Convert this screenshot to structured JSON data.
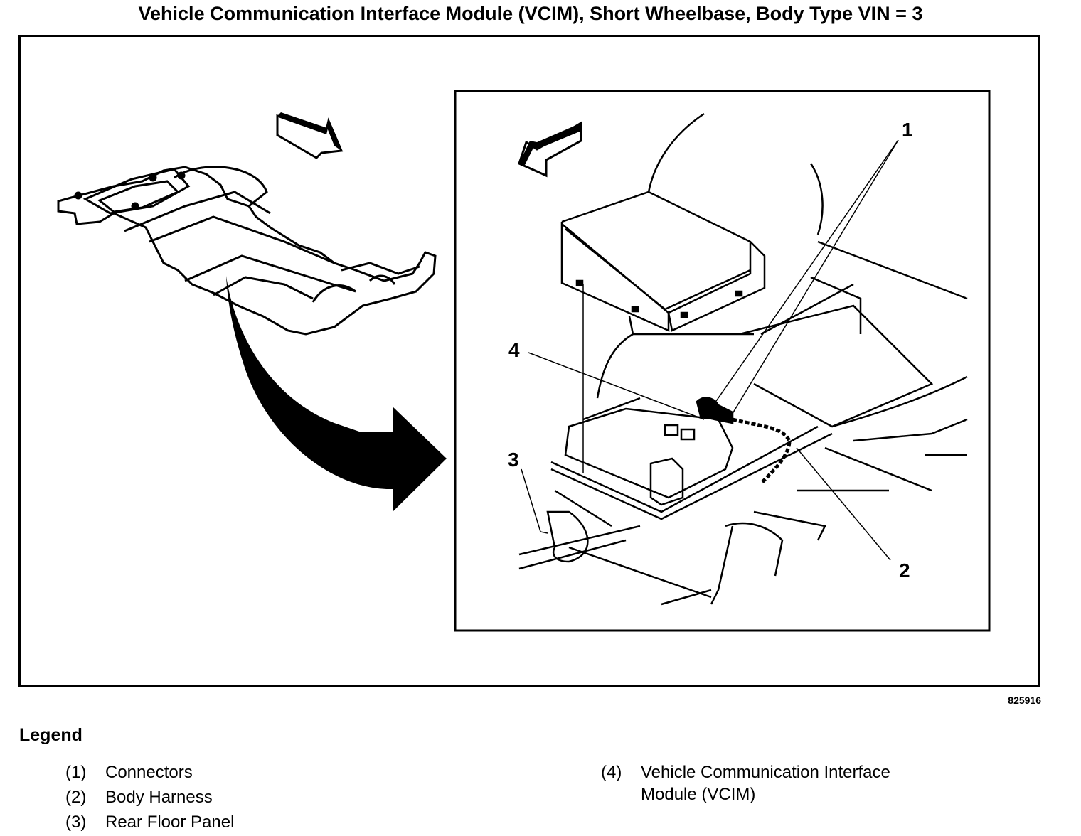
{
  "title": "Vehicle Communication Interface Module (VCIM), Short Wheelbase, Body Type VIN = 3",
  "figure_number": "825916",
  "callouts": [
    "1",
    "2",
    "3",
    "4"
  ],
  "legend": {
    "heading": "Legend",
    "items": [
      {
        "num": "(1)",
        "label": "Connectors"
      },
      {
        "num": "(2)",
        "label": "Body Harness"
      },
      {
        "num": "(3)",
        "label": "Rear Floor Panel"
      },
      {
        "num": "(4)",
        "label": "Vehicle Communication Interface",
        "label_line2": "Module (VCIM)"
      }
    ]
  },
  "icons": {
    "overview_direction_arrow": "arrow-right-down",
    "detail_direction_arrow": "arrow-left-down",
    "zoom_arrow": "curved-arrow-right"
  }
}
